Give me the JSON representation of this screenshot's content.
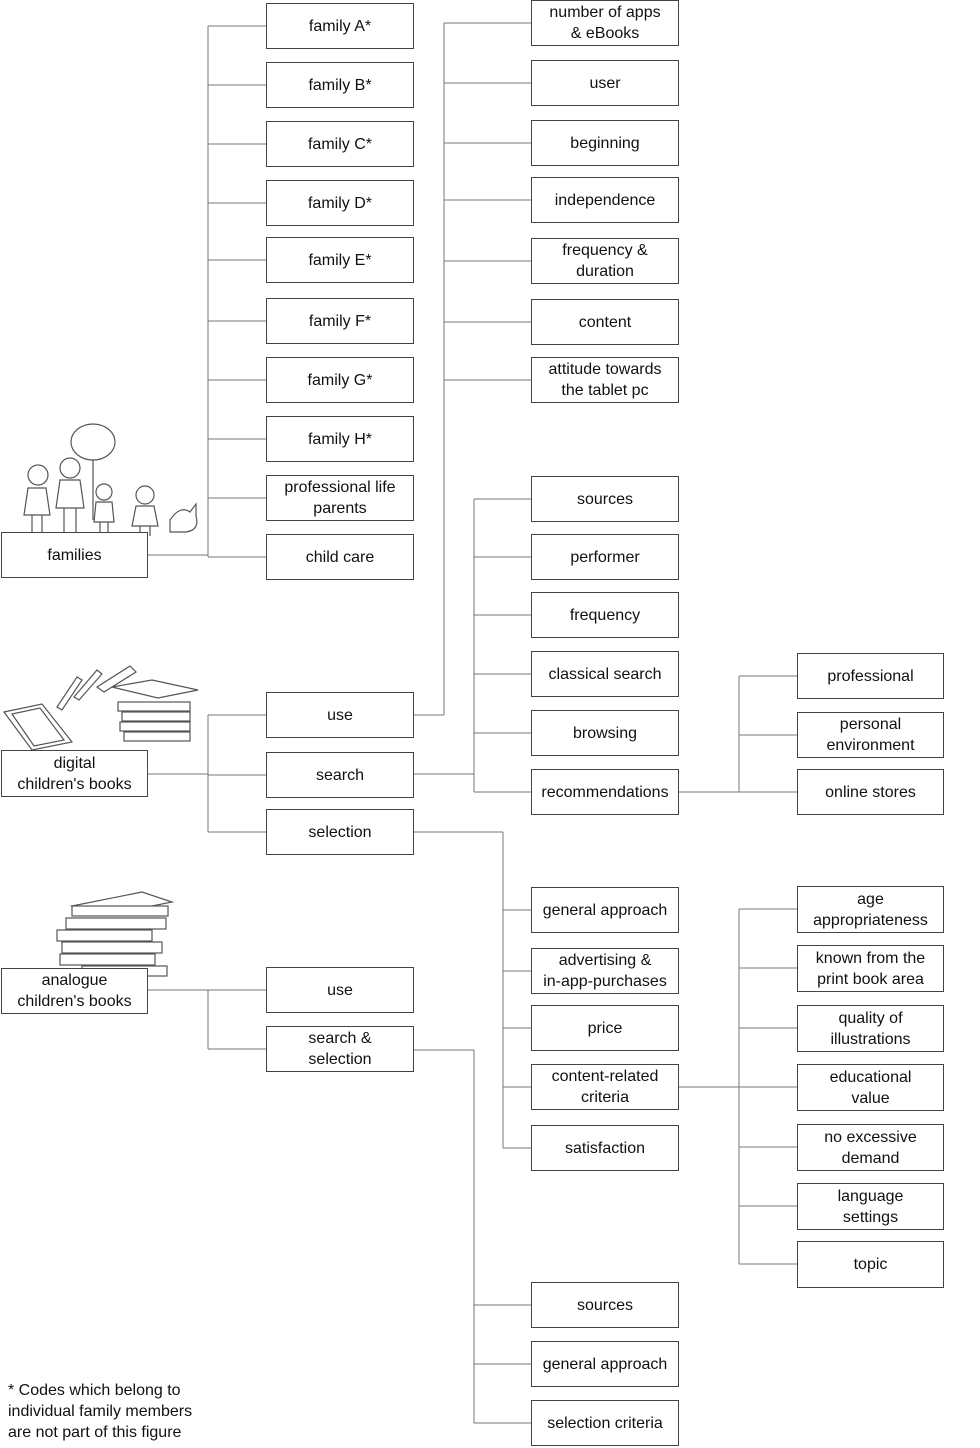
{
  "roots": {
    "families": "families",
    "digital": "digital\nchildren's books",
    "analogue": "analogue\nchildren's books"
  },
  "families_children": [
    "family A*",
    "family B*",
    "family C*",
    "family D*",
    "family E*",
    "family F*",
    "family G*",
    "family H*",
    "professional life\nparents",
    "child care"
  ],
  "use_children": [
    "number of apps\n& eBooks",
    "user",
    "beginning",
    "independence",
    "frequency &\nduration",
    "content",
    "attitude towards\nthe tablet pc"
  ],
  "digital_children": [
    "use",
    "search",
    "selection"
  ],
  "search_children": [
    "sources",
    "performer",
    "frequency",
    "classical search",
    "browsing",
    "recommendations"
  ],
  "recommendations_children": [
    "professional",
    "personal\nenvironment",
    "online stores"
  ],
  "selection_children": [
    "general approach",
    "advertising &\nin-app-purchases",
    "price",
    "content-related\ncriteria",
    "satisfaction"
  ],
  "content_criteria_children": [
    "age\nappropriateness",
    "known from the\nprint book area",
    "quality of\nillustrations",
    "educational\nvalue",
    "no excessive\ndemand",
    "language\nsettings",
    "topic"
  ],
  "analogue_children": [
    "use",
    "search &\nselection"
  ],
  "analogue_search_children": [
    "sources",
    "general approach",
    "selection criteria"
  ],
  "footnote": "* Codes which belong to\n   individual family members\n   are not part of this figure",
  "illustrations": [
    "family-drawing-icon",
    "tablet-and-ebooks-icon",
    "book-stack-icon"
  ]
}
